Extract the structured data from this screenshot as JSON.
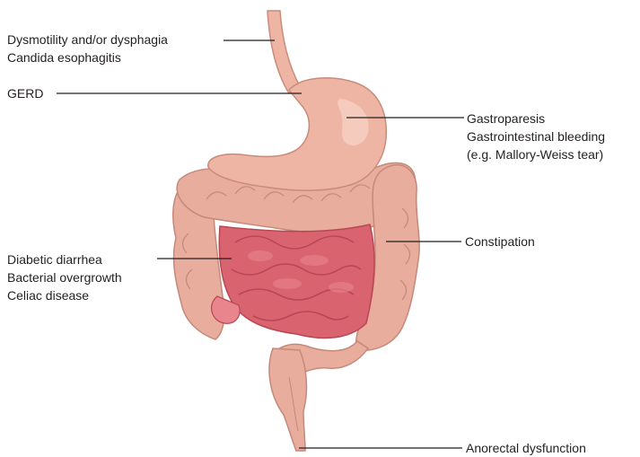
{
  "labels": {
    "esophagus": [
      "Dysmotility and/or dysphagia",
      "Candida esophagitis"
    ],
    "gerd": [
      "GERD"
    ],
    "small_intestine": [
      "Diabetic diarrhea",
      "Bacterial overgrowth",
      "Celiac disease"
    ],
    "stomach": [
      "Gastroparesis",
      "Gastrointestinal bleeding",
      "(e.g. Mallory-Weiss tear)"
    ],
    "colon": [
      "Constipation"
    ],
    "anorectal": [
      "Anorectal dysfunction"
    ]
  },
  "colors": {
    "text": "#231f20",
    "leader_line": "#231f20",
    "stomach": "#eeb5a4",
    "stomach_highlight": "#f6cfc2",
    "stomach_outline": "#c98b7a",
    "colon": "#e8ad9d",
    "colon_outline": "#c4897a",
    "small_intestine": "#d96470",
    "small_intestine_dark": "#b84655",
    "small_intestine_light": "#e8858d"
  }
}
